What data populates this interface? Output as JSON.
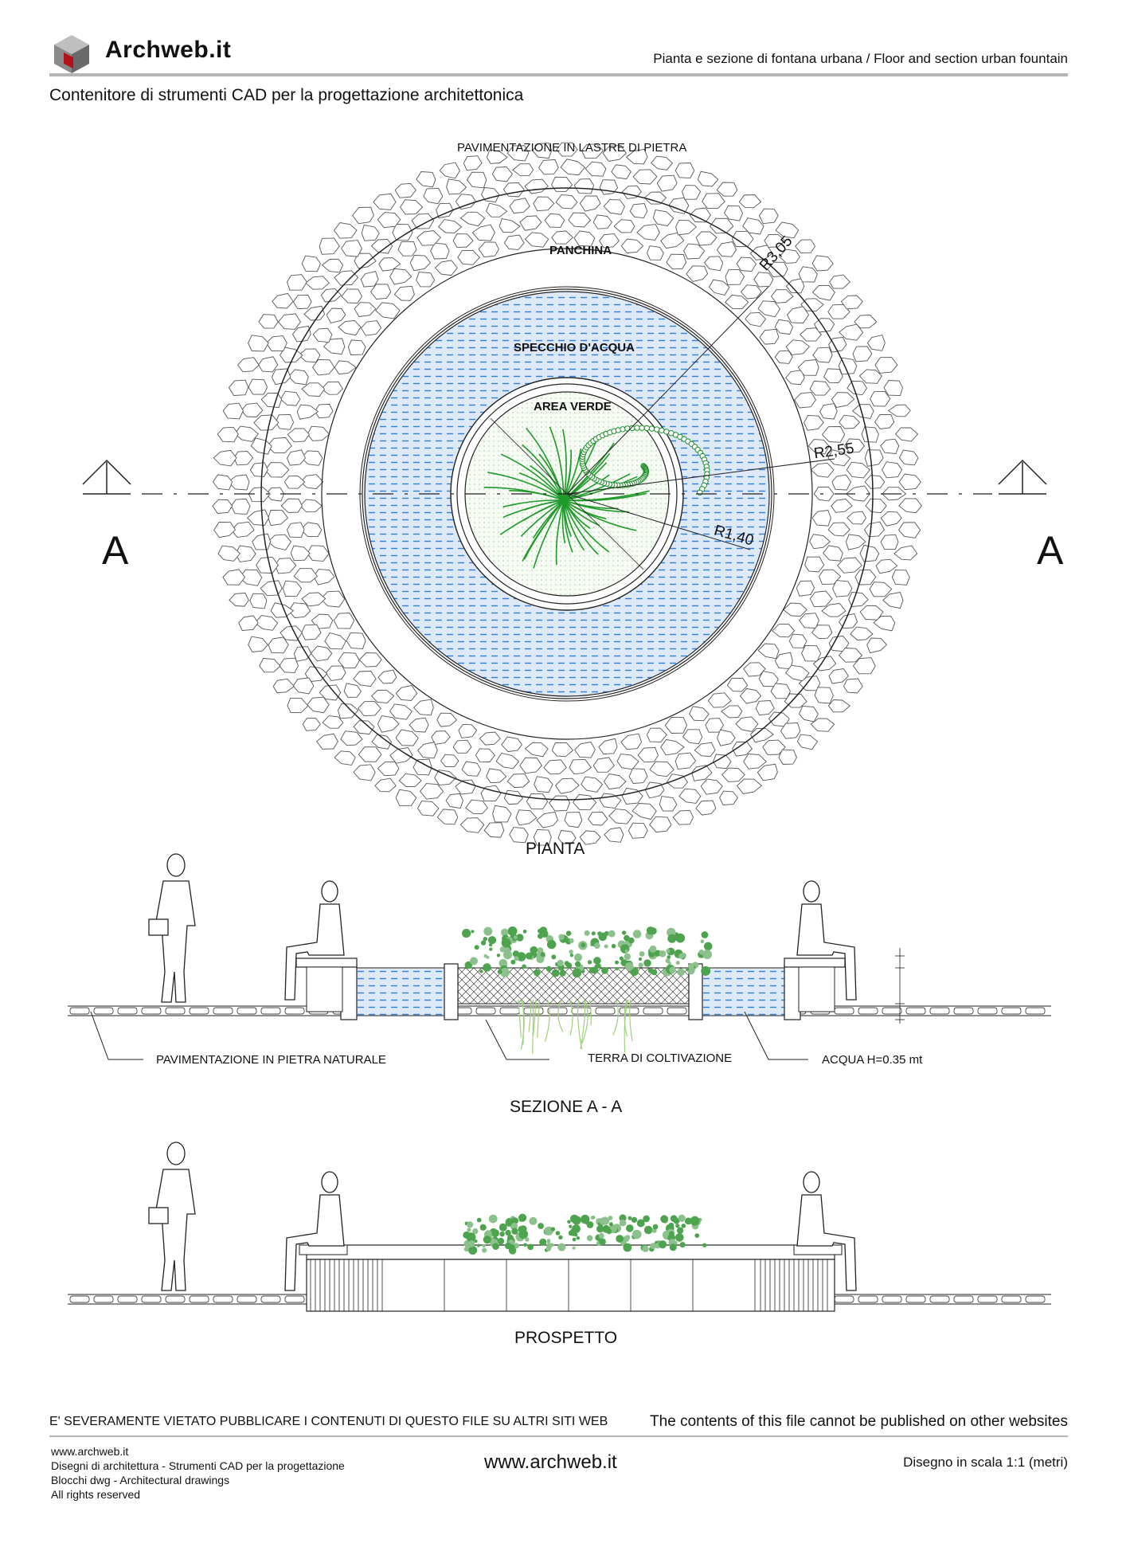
{
  "header": {
    "brand": "Archweb.it",
    "title": "Pianta e sezione di fontana urbana  /  Floor and section urban fountain",
    "tagline": "Contenitore di strumenti CAD per la progettazione architettonica"
  },
  "plan": {
    "paving_label": "PAVIMENTAZIONE IN LASTRE DI PIETRA",
    "bench_label": "PANCHINA",
    "water_label": "SPECCHIO D'ACQUA",
    "green_label": "AREA VERDE",
    "radius_outer": "R3,05",
    "radius_middle": "R2,55",
    "radius_inner": "R1,40",
    "section_mark_left": "A",
    "section_mark_right": "A",
    "caption": "PIANTA"
  },
  "section": {
    "paving_label": "PAVIMENTAZIONE  IN PIETRA NATURALE",
    "soil_label": "TERRA DI COLTIVAZIONE",
    "water_label": "ACQUA H=0.35 mt",
    "caption": "SEZIONE A - A"
  },
  "elevation": {
    "caption": "PROSPETTO"
  },
  "footer": {
    "warning_it": "E' SEVERAMENTE VIETATO PUBBLICARE I CONTENUTI DI QUESTO FILE SU ALTRI SITI WEB",
    "warning_en": "The contents of this file cannot be published on other websites",
    "line1": "www.archweb.it",
    "line2": "Disegni di architettura - Strumenti CAD  per la progettazione",
    "line3": "Blocchi dwg - Architectural drawings",
    "line4": "All rights reserved",
    "url": "www.archweb.it",
    "scale": "Disegno in scala 1:1 (metri)"
  },
  "colors": {
    "water": "#2f7de0",
    "water_fill": "#dde9f7",
    "green": "#2fa72f",
    "rule": "#b5b5b5",
    "logo_red": "#b4121b"
  }
}
